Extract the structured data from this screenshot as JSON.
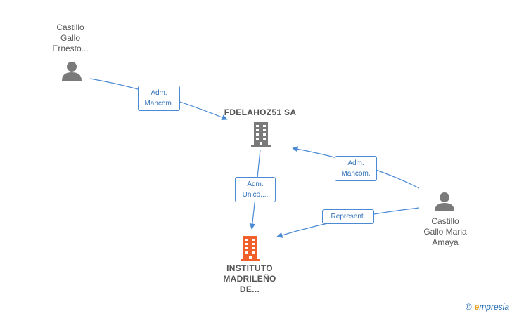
{
  "colors": {
    "edge": "#4a8ad4",
    "edge_text": "#2f6fb8",
    "person_icon": "#7a7a7a",
    "company_icon": "#7a7a7a",
    "target_company_icon": "#f0602a",
    "label": "#555555",
    "brand_accent": "#e8a020"
  },
  "nodes": {
    "person1": {
      "label": "Castillo\nGallo\nErnesto...",
      "icon": "person-icon"
    },
    "company1": {
      "label": "FDELAHOZ51 SA",
      "icon": "building-icon"
    },
    "company2": {
      "label": "INSTITUTO\nMADRILEÑO\nDE...",
      "icon": "building-icon"
    },
    "person2": {
      "label": "Castillo\nGallo Maria\nAmaya",
      "icon": "person-icon"
    }
  },
  "edges": {
    "e1": {
      "label": "Adm.\nMancom."
    },
    "e2": {
      "label": "Adm.\nMancom."
    },
    "e3": {
      "label": "Adm.\nUnico,..."
    },
    "e4": {
      "label": "Represent."
    }
  },
  "brand": {
    "copyright": "©",
    "initial": "e",
    "name": "mpresia"
  }
}
